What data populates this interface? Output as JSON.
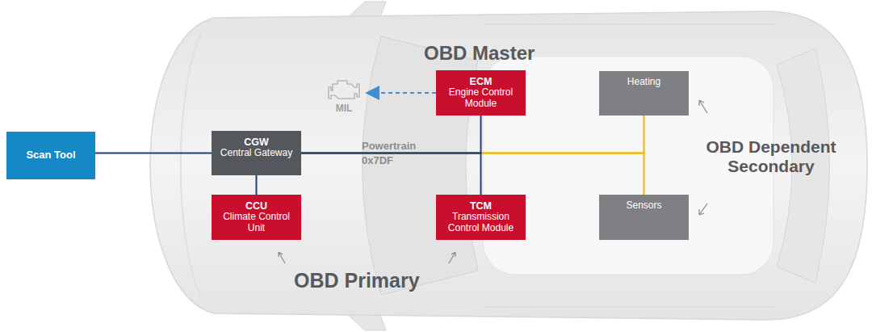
{
  "diagram": {
    "nodes": [
      {
        "text": [
          "Scan Tool"
        ]
      },
      {
        "text": [
          "CGW",
          "Central Gateway"
        ]
      },
      {
        "text": [
          "CCU",
          "Climate Control Unit"
        ]
      },
      {
        "text": [
          "MIL"
        ]
      },
      {
        "text": [
          "ECM",
          "Engine Control Module"
        ]
      },
      {
        "text": [
          "TCM",
          "Transmission Control Module"
        ]
      },
      {
        "text": [
          "Heating"
        ]
      },
      {
        "text": [
          "Sensors"
        ]
      }
    ],
    "edges": [
      {
        "from": 1,
        "to": 6,
        "arrow": "none"
      },
      {
        "from": 1,
        "to": 7,
        "arrow": "none"
      },
      {
        "from": 0,
        "to": 1,
        "arrow": "none"
      },
      {
        "from": 1,
        "to": 2,
        "arrow": "none"
      },
      {
        "from": 1,
        "to": 4,
        "label": "Powertrain 0x7DF",
        "arrow": "none"
      },
      {
        "from": 1,
        "to": 5,
        "arrow": "none"
      },
      {
        "from": 4,
        "to": 3,
        "arrow": "to"
      }
    ],
    "labels": [
      "OBD Master",
      "OBD Primary",
      "OBD Dependent Secondary"
    ]
  }
}
